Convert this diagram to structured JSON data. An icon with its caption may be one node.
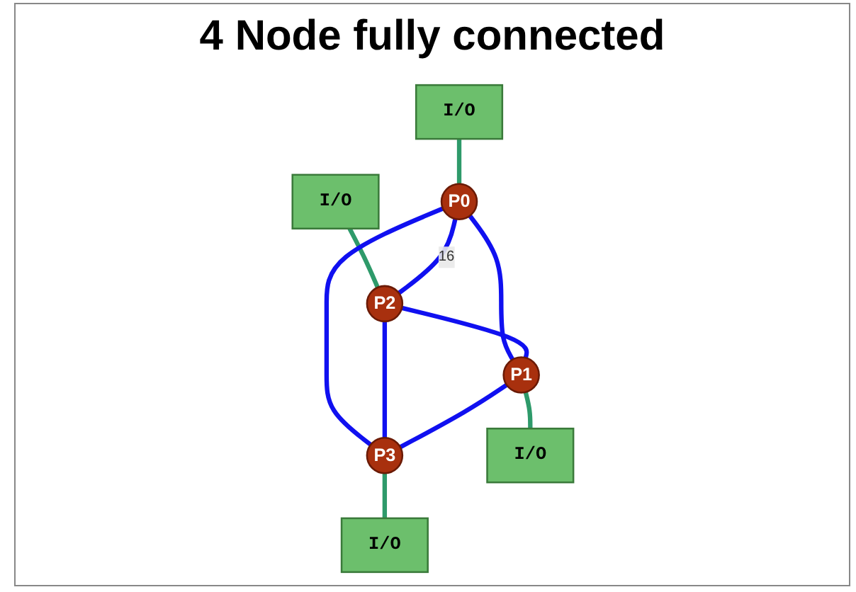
{
  "diagram": {
    "title": "4 Node fully connected",
    "nodes": [
      {
        "text": [
          "I/O"
        ]
      },
      {
        "text": [
          "I/O"
        ]
      },
      {
        "text": [
          "P0"
        ]
      },
      {
        "text": [
          "P2"
        ]
      },
      {
        "text": [
          "P1"
        ]
      },
      {
        "text": [
          "P3"
        ]
      },
      {
        "text": [
          "I/O"
        ]
      },
      {
        "text": [
          "I/O"
        ]
      }
    ],
    "edges": [
      {
        "from": 0,
        "to": 2,
        "arrow": "none",
        "color": "#2e9a6a"
      },
      {
        "from": 1,
        "to": 3,
        "arrow": "none",
        "color": "#2e9a6a"
      },
      {
        "from": 2,
        "to": 3,
        "arrow": "none",
        "label": "16"
      },
      {
        "from": 2,
        "to": 4,
        "arrow": "none"
      },
      {
        "from": 2,
        "to": 5,
        "arrow": "none"
      },
      {
        "from": 3,
        "to": 4,
        "arrow": "none"
      },
      {
        "from": 3,
        "to": 5,
        "arrow": "none"
      },
      {
        "from": 4,
        "to": 5,
        "arrow": "none"
      },
      {
        "from": 4,
        "to": 6,
        "arrow": "none",
        "color": "#2e9a6a"
      },
      {
        "from": 5,
        "to": 7,
        "arrow": "none",
        "color": "#2e9a6a"
      }
    ]
  }
}
